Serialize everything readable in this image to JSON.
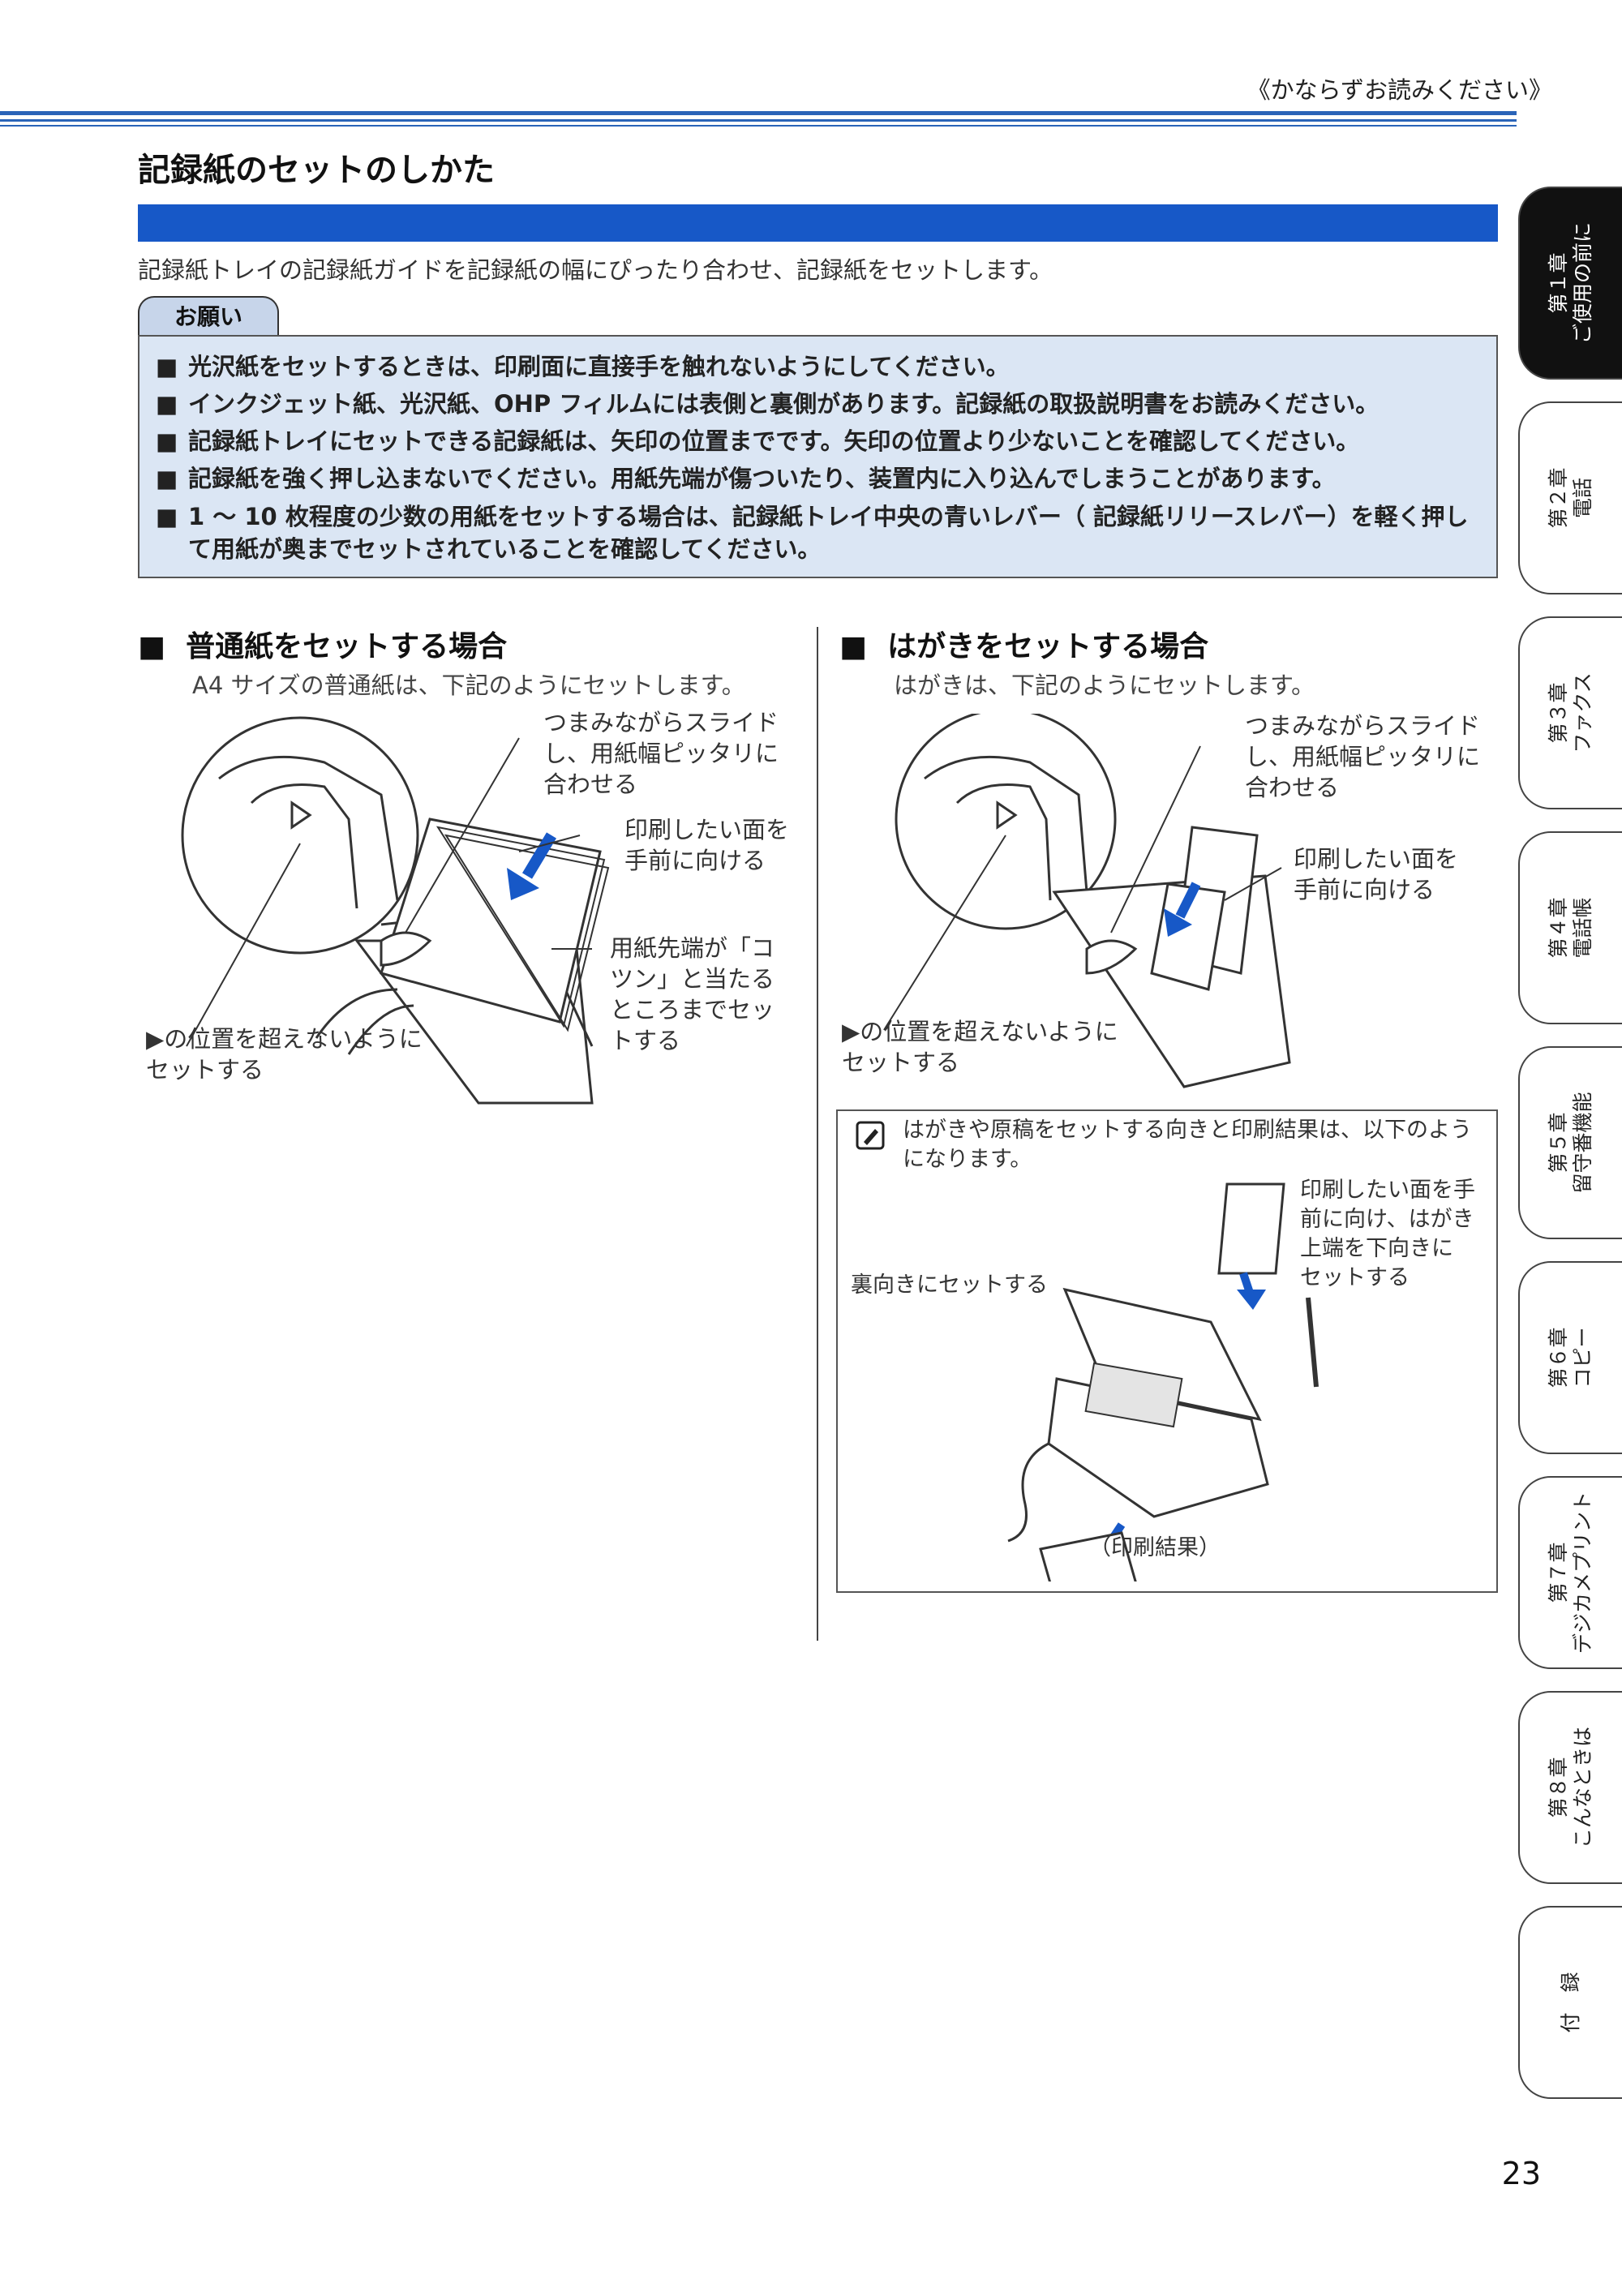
{
  "header_note": "《かならずお読みください》",
  "title": "記録紙のセットのしかた",
  "intro": "記録紙トレイの記録紙ガイドを記録紙の幅にぴったり合わせ、記録紙をセットします。",
  "caution": {
    "tag": "お願い",
    "items": [
      "光沢紙をセットするときは、印刷面に直接手を触れないようにしてください。",
      "インクジェット紙、光沢紙、OHP フィルムには表側と裏側があります。記録紙の取扱説明書をお読みください。",
      "記録紙トレイにセットできる記録紙は、矢印の位置までです。矢印の位置より少ないことを確認してください。",
      "記録紙を強く押し込まないでください。用紙先端が傷ついたり、装置内に入り込んでしまうことがあります。",
      "1 〜 10 枚程度の少数の用紙をセットする場合は、記録紙トレイ中央の青いレバー（ 記録紙リリースレバー）を軽く押して用紙が奥までセットされていることを確認してください。"
    ],
    "bullet": "■"
  },
  "left": {
    "heading": "普通紙をセットする場合",
    "sub": "A4 サイズの普通紙は、下記のようにセットします。",
    "cap_slide": [
      "つまみながらスライド",
      "し、用紙幅ピッタリに",
      "合わせる"
    ],
    "cap_face": [
      "印刷したい面を",
      "手前に向ける"
    ],
    "cap_edge": [
      "用紙先端が「コ",
      "ツン」と当たる",
      "ところまでセッ",
      "トする"
    ],
    "cap_limit": [
      "▶の位置を超えないように",
      "セットする"
    ]
  },
  "right": {
    "heading": "はがきをセットする場合",
    "sub": "はがきは、下記のようにセットします。",
    "cap_slide": [
      "つまみながらスライド",
      "し、用紙幅ピッタリに",
      "合わせる"
    ],
    "cap_face": [
      "印刷したい面を",
      "手前に向ける"
    ],
    "cap_limit": [
      "▶の位置を超えないように",
      "セットする"
    ]
  },
  "memo": {
    "text": [
      "はがきや原稿をセットする向きと印刷結果は、以下のよう",
      "になります。"
    ],
    "cap_post": [
      "印刷したい面を手",
      "前に向け、はがき",
      "上端を下向きに",
      "セットする"
    ],
    "cap_back": "裏向きにセットする",
    "cap_result": "（印刷結果）"
  },
  "tabs": [
    {
      "label": [
        "第１章",
        "ご使用の前に"
      ],
      "active": true
    },
    {
      "label": [
        "第２章",
        "電話"
      ],
      "active": false
    },
    {
      "label": [
        "第３章",
        "ファクス"
      ],
      "active": false
    },
    {
      "label": [
        "第４章",
        "電話帳"
      ],
      "active": false
    },
    {
      "label": [
        "第５章",
        "留守番機能"
      ],
      "active": false
    },
    {
      "label": [
        "第６章",
        "コピー"
      ],
      "active": false
    },
    {
      "label": [
        "第７章",
        "デジカメプリント"
      ],
      "active": false
    },
    {
      "label": [
        "第８章",
        "こんなときは"
      ],
      "active": false
    },
    {
      "label": [
        "付　録"
      ],
      "active": false
    }
  ],
  "page_number": "23",
  "colors": {
    "accent_blue": "#1758c7",
    "note_bg": "#dbe6f4",
    "rule_blue": "#2a64b8"
  }
}
